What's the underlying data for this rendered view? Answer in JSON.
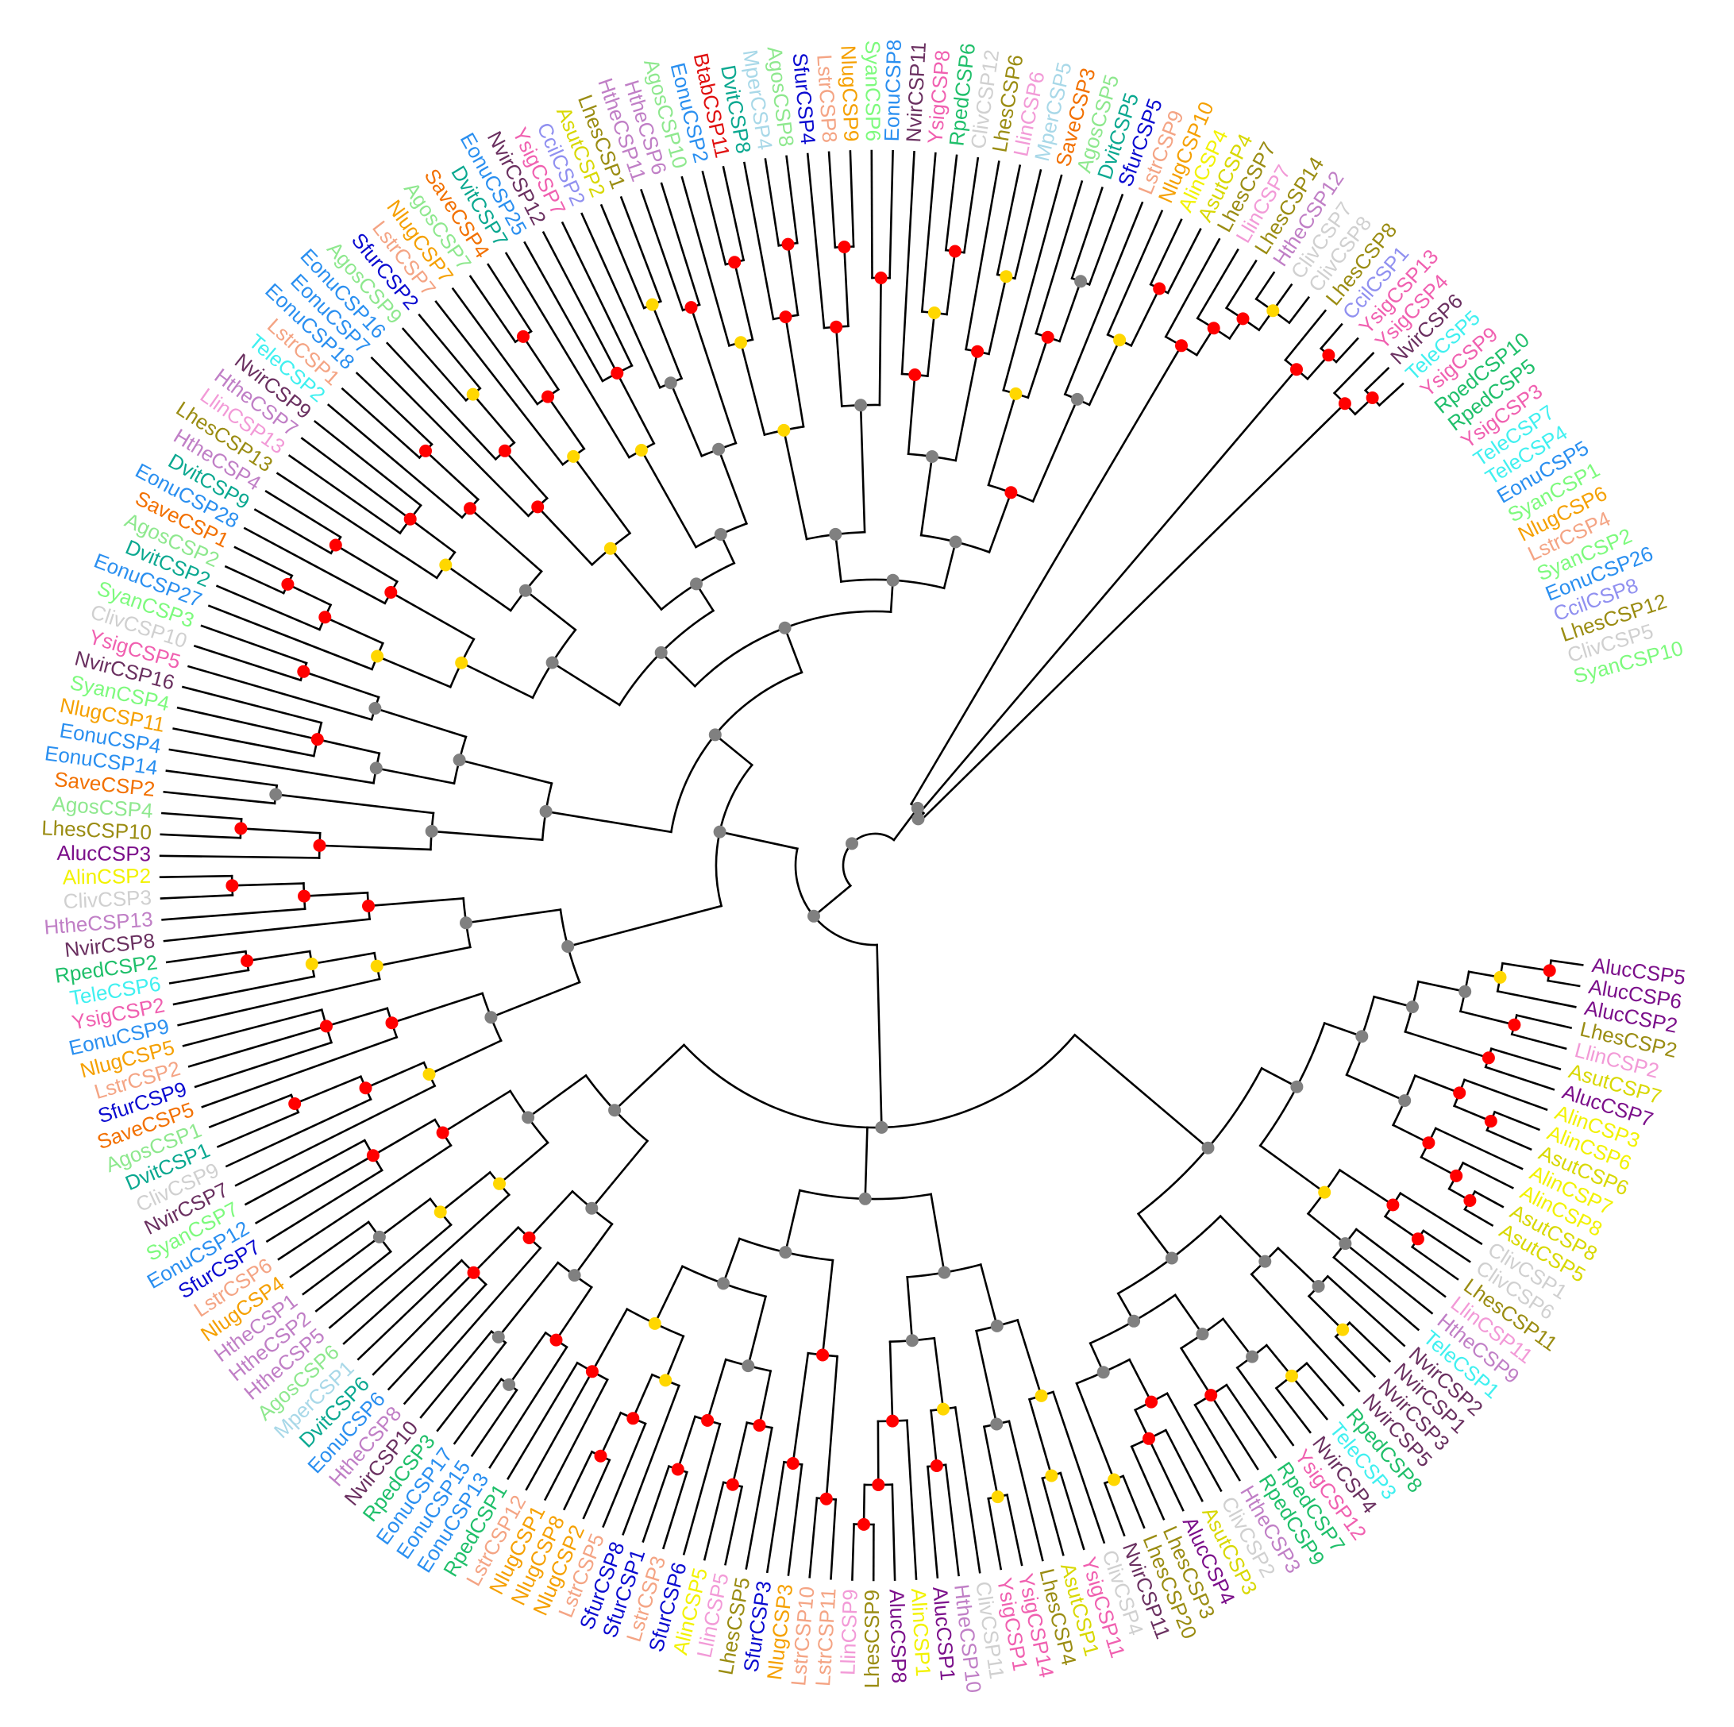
{
  "colors": {
    "Aluc": "#7b0f8a",
    "Alin": "#f2f200",
    "Asut": "#d8d800",
    "Lhes": "#9a8c12",
    "Llin": "#f29ad7",
    "Cliv": "#d0d0d0",
    "Hthe": "#c07fc6",
    "Nvir": "#6a3060",
    "Tele": "#40f0f0",
    "Rped": "#1fbf6a",
    "Ysig": "#f060b0",
    "Eonu": "#2a8ff0",
    "Nlug": "#f5a000",
    "Lstr": "#f4a484",
    "Sfur": "#0a0ad0",
    "Save": "#f27000",
    "Agos": "#8ee88e",
    "Dvit": "#0aa890",
    "Syan": "#7dfa7d",
    "Mper": "#a8d8e8",
    "Btab": "#e01010",
    "Ccil": "#9090f0"
  },
  "node_colors": {
    "high": "#ff0000",
    "medium": "#ffd700",
    "low": "#808080"
  },
  "tips": [
    "AlucCSP5",
    "AlucCSP6",
    "AlucCSP2",
    "LhesCSP2",
    "LlinCSP2",
    "AsutCSP7",
    "AlucCSP7",
    "AlinCSP3",
    "AlinCSP6",
    "AsutCSP6",
    "AlinCSP7",
    "AlinCSP8",
    "AsutCSP8",
    "AsutCSP5",
    "ClivCSP1",
    "ClivCSP6",
    "LhesCSP11",
    "LlinCSP11",
    "HtheCSP9",
    "TeleCSP1",
    "NvirCSP2",
    "NvirCSP1",
    "NvirCSP3",
    "NvirCSP5",
    "RpedCSP8",
    "TeleCSP3",
    "NvirCSP4",
    "YsigCSP12",
    "RpedCSP7",
    "RpedCSP9",
    "HtheCSP3",
    "ClivCSP2",
    "AsutCSP3",
    "AlucCSP4",
    "LhesCSP3",
    "LhesCSP20",
    "NvirCSP11",
    "ClivCSP4",
    "YsigCSP11",
    "AsutCSP1",
    "LhesCSP4",
    "YsigCSP14",
    "YsigCSP1",
    "ClivCSP11",
    "HtheCSP10",
    "AlucCSP1",
    "AlinCSP1",
    "AlucCSP8",
    "LhesCSP9",
    "LlinCSP9",
    "LstrCSP11",
    "LstrCSP10",
    "NlugCSP3",
    "SfurCSP3",
    "LhesCSP5",
    "LlinCSP5",
    "AlinCSP5",
    "SfurCSP6",
    "LstrCSP3",
    "SfurCSP1",
    "SfurCSP8",
    "LstrCSP5",
    "NlugCSP2",
    "NlugCSP8",
    "NlugCSP1",
    "LstrCSP12",
    "RpedCSP1",
    "EonuCSP13",
    "EonuCSP15",
    "EonuCSP17",
    "RpedCSP3",
    "NvirCSP10",
    "HtheCSP8",
    "EonuCSP6",
    "DvitCSP6",
    "MperCSP1",
    "AgosCSP6",
    "HtheCSP5",
    "HtheCSP2",
    "HtheCSP1",
    "NlugCSP4",
    "LstrCSP6",
    "SfurCSP7",
    "EonuCSP12",
    "SyanCSP7",
    "NvirCSP7",
    "ClivCSP9",
    "DvitCSP1",
    "AgosCSP1",
    "SaveCSP5",
    "SfurCSP9",
    "LstrCSP2",
    "NlugCSP5",
    "EonuCSP9",
    "YsigCSP2",
    "TeleCSP6",
    "RpedCSP2",
    "NvirCSP8",
    "HtheCSP13",
    "ClivCSP3",
    "AlinCSP2",
    "AlucCSP3",
    "LhesCSP10",
    "AgosCSP4",
    "SaveCSP2",
    "EonuCSP14",
    "EonuCSP4",
    "NlugCSP11",
    "SyanCSP4",
    "NvirCSP16",
    "YsigCSP5",
    "ClivCSP10",
    "SyanCSP3",
    "EonuCSP27",
    "DvitCSP2",
    "AgosCSP2",
    "SaveCSP1",
    "EonuCSP28",
    "DvitCSP9",
    "HtheCSP4",
    "LhesCSP13",
    "LlinCSP13",
    "HtheCSP7",
    "NvirCSP9",
    "TeleCSP2",
    "LstrCSP1",
    "EonuCSP18",
    "EonuCSP7",
    "EonuCSP16",
    "AgosCSP9",
    "SfurCSP2",
    "LstrCSP7",
    "NlugCSP7",
    "AgosCSP7",
    "SaveCSP4",
    "DvitCSP7",
    "EonuCSP25",
    "NvirCSP12",
    "YsigCSP7",
    "CcilCSP2",
    "AsutCSP2",
    "LhesCSP1",
    "HtheCSP11",
    "HtheCSP6",
    "AgosCSP10",
    "EonuCSP2",
    "BtabCSP11",
    "DvitCSP8",
    "MperCSP4",
    "AgosCSP8",
    "SfurCSP4",
    "LstrCSP8",
    "NlugCSP9",
    "SyanCSP6",
    "EonuCSP8",
    "NvirCSP11",
    "YsigCSP8",
    "RpedCSP6",
    "ClivCSP12",
    "LhesCSP6",
    "LlinCSP6",
    "MperCSP5",
    "SaveCSP3",
    "AgosCSP5",
    "DvitCSP5",
    "SfurCSP5",
    "LstrCSP9",
    "NlugCSP10",
    "AlinCSP4",
    "AsutCSP4",
    "LhesCSP7",
    "LlinCSP7",
    "LhesCSP14",
    "HtheCSP12",
    "ClivCSP7",
    "ClivCSP8",
    "LhesCSP8",
    "CcilCSP1",
    "YsigCSP13",
    "YsigCSP4",
    "NvirCSP6",
    "TeleCSP5",
    "YsigCSP9",
    "RpedCSP10",
    "RpedCSP5",
    "YsigCSP3",
    "TeleCSP7",
    "TeleCSP4",
    "EonuCSP5",
    "SyanCSP1",
    "NlugCSP6",
    "LstrCSP4",
    "SyanCSP2",
    "EonuCSP26",
    "CcilCSP8",
    "LhesCSP12",
    "ClivCSP5",
    "SyanCSP10"
  ]
}
